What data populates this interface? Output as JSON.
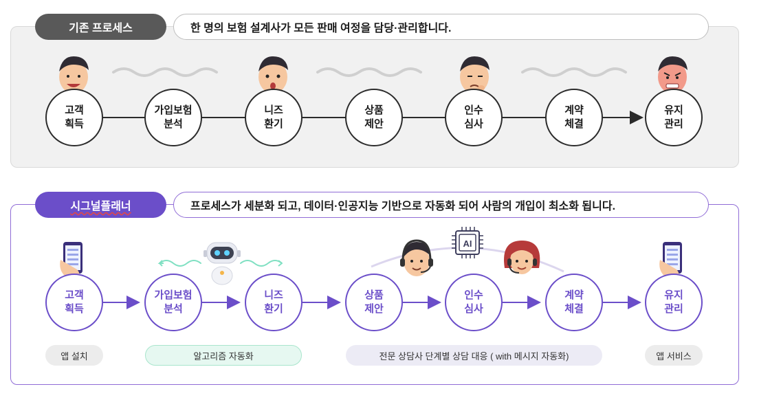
{
  "old_process": {
    "label": "기존 프로세스",
    "description": "한 명의 보험 설계사가 모든 판매 여정을 담당·관리합니다.",
    "steps": [
      "고객\n획득",
      "가입보험\n분석",
      "니즈\n환기",
      "상품\n제안",
      "인수\n심사",
      "계약\n체결",
      "유지\n관리"
    ]
  },
  "new_process": {
    "label": "시그널플래너",
    "description": "프로세스가 세분화 되고, 데이터·인공지능 기반으로 자동화 되어 사람의 개입이 최소화 됩니다.",
    "steps": [
      "고객\n획득",
      "가입보험\n분석",
      "니즈\n환기",
      "상품\n제안",
      "인수\n심사",
      "계약\n체결",
      "유지\n관리"
    ],
    "tags": {
      "app_install": "앱 설치",
      "algorithm": "알고리즘 자동화",
      "consult": "전문 상담사 단계별 상담 대응 ( with  메시지 자동화)",
      "app_service": "앱 서비스"
    },
    "ai_chip_label": "AI"
  },
  "colors": {
    "old_line": "#2b2b2b",
    "new_accent": "#6b4ec9",
    "old_label_bg": "#595959",
    "old_panel_bg": "#f1f1f1"
  },
  "icons": [
    "agent-happy-icon",
    "agent-surprised-icon",
    "agent-tired-icon",
    "agent-angry-icon",
    "phone-app-icon",
    "robot-icon",
    "consultant-headset-icon",
    "ai-chip-icon"
  ]
}
